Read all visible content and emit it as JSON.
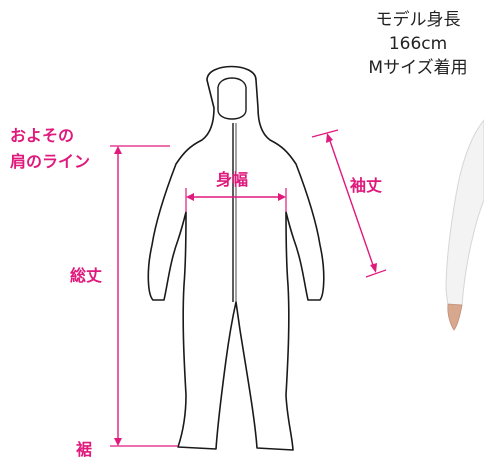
{
  "model": {
    "line1": "モデル身長",
    "line2": "166cm",
    "line3": "Mサイズ着用"
  },
  "labels": {
    "shoulder_line1": "およその",
    "shoulder_line2": "肩のライン",
    "body_width": "身幅",
    "sleeve_length": "袖丈",
    "total_length": "総丈",
    "hem": "裾"
  },
  "colors": {
    "accent": "#e0197d",
    "outline": "#1a1a1a",
    "text": "#222222"
  }
}
